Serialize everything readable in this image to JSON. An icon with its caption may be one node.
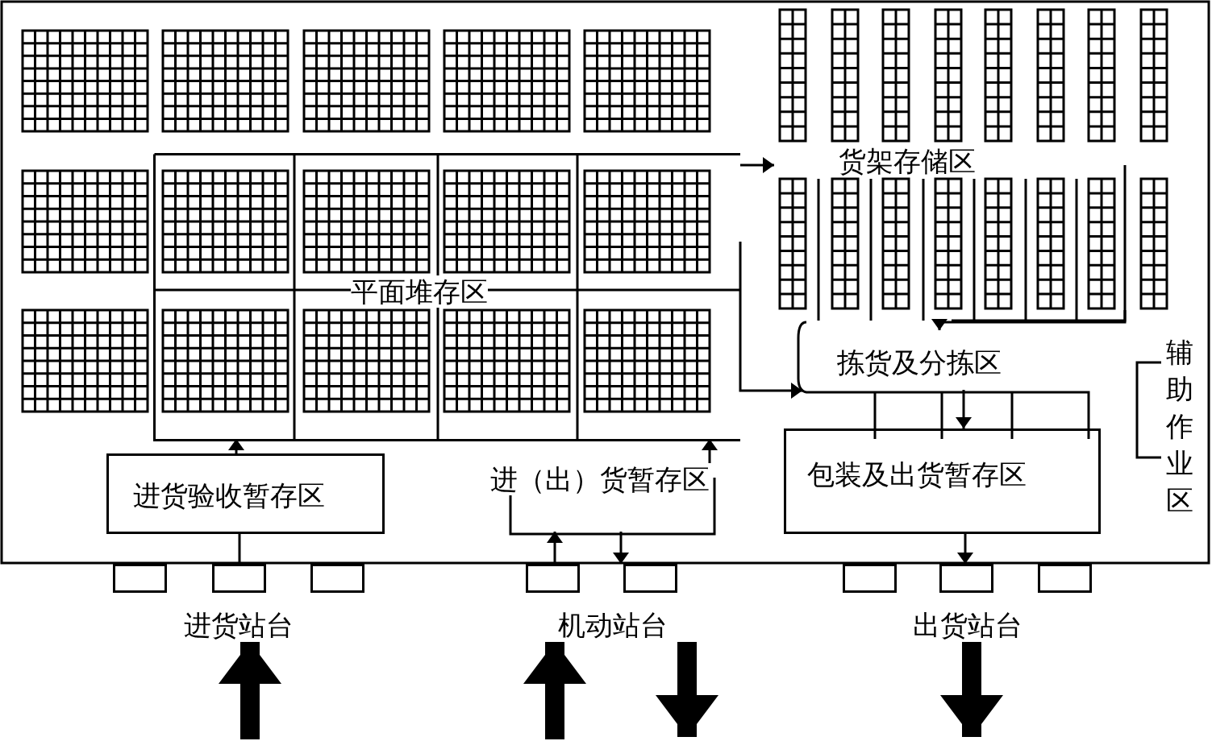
{
  "diagram": {
    "nodes": [
      {
        "text": [
          "平面堆存区"
        ]
      },
      {
        "text": [
          "货架存储区"
        ]
      },
      {
        "text": [
          "拣货及分拣区"
        ]
      },
      {
        "text": [
          "辅助作业区"
        ]
      },
      {
        "text": [
          "进货验收暂存区"
        ]
      },
      {
        "text": [
          "进（出）货暂存区"
        ]
      },
      {
        "text": [
          "包装及出货暂存区"
        ]
      },
      {
        "text": [
          "进货站台"
        ]
      },
      {
        "text": [
          "机动站台"
        ]
      },
      {
        "text": [
          "出货站台"
        ]
      }
    ],
    "edges": [
      {
        "from": null,
        "to": 7,
        "arrow": "to",
        "style": "thick"
      },
      {
        "from": 7,
        "to": 4,
        "arrow": "none"
      },
      {
        "from": 4,
        "to": 0,
        "arrow": "to"
      },
      {
        "from": 0,
        "to": 1,
        "arrow": "to"
      },
      {
        "from": 1,
        "to": 2,
        "arrow": "to"
      },
      {
        "from": 2,
        "to": 6,
        "arrow": "to"
      },
      {
        "from": 6,
        "to": 9,
        "arrow": "to"
      },
      {
        "from": 9,
        "to": null,
        "arrow": "to",
        "style": "thick"
      },
      {
        "from": null,
        "to": 8,
        "arrow": "to",
        "style": "thick"
      },
      {
        "from": 8,
        "to": null,
        "arrow": "to",
        "style": "thick"
      },
      {
        "from": 8,
        "to": 5,
        "arrow": "to"
      },
      {
        "from": 5,
        "to": 8,
        "arrow": "to"
      },
      {
        "from": 5,
        "to": 0,
        "arrow": "to"
      },
      {
        "from": 0,
        "to": 2,
        "arrow": "to"
      }
    ]
  }
}
